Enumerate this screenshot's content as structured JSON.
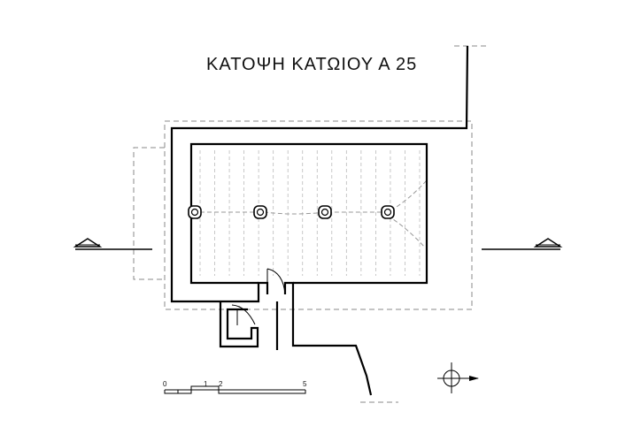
{
  "drawing": {
    "title": "ΚΑΤΟΨΗ ΚΑΤΩΙΟΥ  Α 25"
  },
  "scale_bar": {
    "labels": [
      "0",
      "1",
      "2",
      "5"
    ]
  },
  "icons": {
    "north_arrow": "north-arrow-icon",
    "section_marker": "section-marker-icon"
  },
  "colors": {
    "wall": "#000000",
    "hidden_line": "#888888"
  }
}
